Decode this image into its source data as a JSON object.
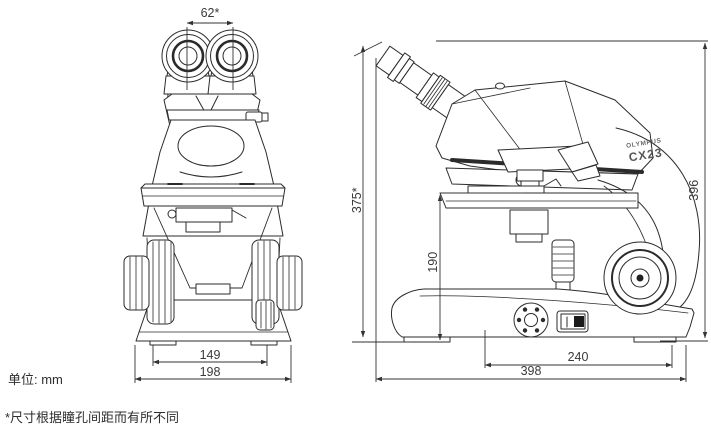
{
  "diagram": {
    "title_implicit": "Microscope dimensional drawing, front and side views",
    "unit_label": "单位: mm",
    "footnote": "*尺寸根据瞳孔间距而有所不同",
    "logo_brand": "OLYMPUS",
    "logo_model": "CX23",
    "dims": {
      "eyepiece_spread": "62*",
      "front_inner_width": "149",
      "front_base_width": "198",
      "height_to_eyepiece": "375*",
      "stage_height": "190",
      "total_height": "396",
      "base_depth": "240",
      "total_depth": "398"
    }
  }
}
